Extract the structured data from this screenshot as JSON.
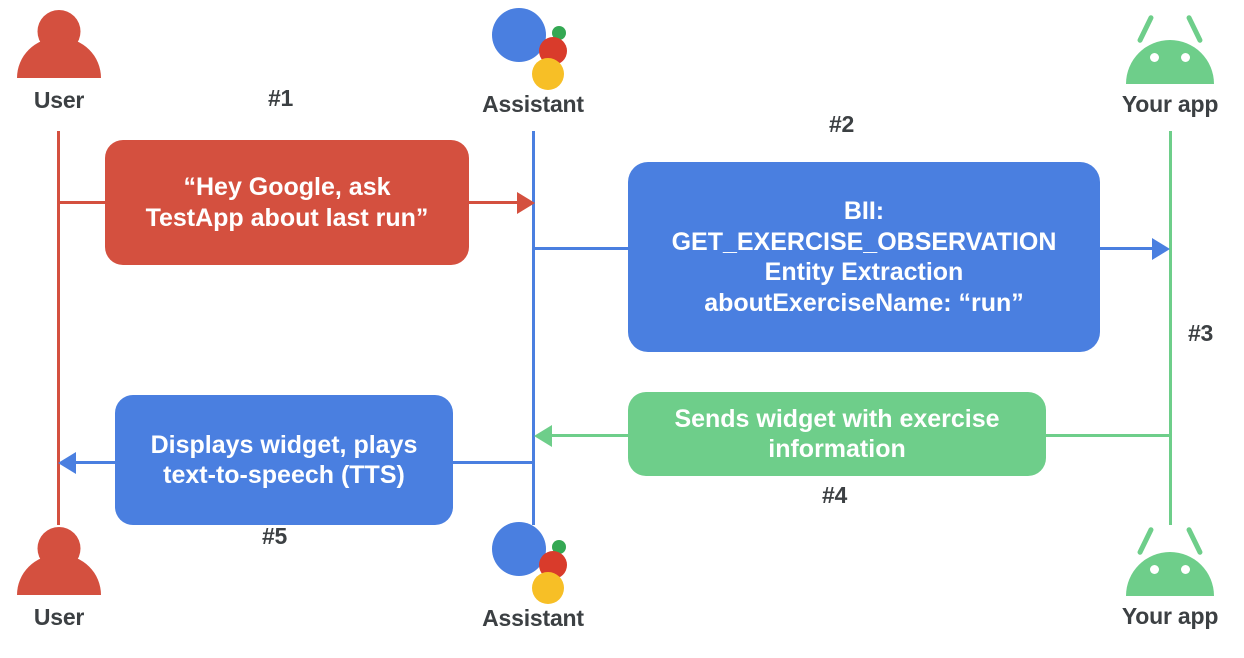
{
  "diagram": {
    "title": "Google Assistant App Actions sequence diagram",
    "colors": {
      "user_red": "#d4503f",
      "assistant_blue": "#4a7fe0",
      "app_green": "#6ece8a",
      "label_gray": "#3c4043",
      "background": "#ffffff"
    }
  },
  "actors": {
    "user_top": {
      "label": "User",
      "icon": "user-icon"
    },
    "assistant_top": {
      "label": "Assistant",
      "icon": "google-assistant-icon"
    },
    "app_top": {
      "label": "Your app",
      "icon": "android-robot-icon"
    },
    "user_bottom": {
      "label": "User",
      "icon": "user-icon"
    },
    "assistant_bottom": {
      "label": "Assistant",
      "icon": "google-assistant-icon"
    },
    "app_bottom": {
      "label": "Your app",
      "icon": "android-robot-icon"
    }
  },
  "steps": {
    "step1": {
      "number": "#1",
      "text": "“Hey Google, ask\nTestApp about last run”",
      "color": "#d4503f"
    },
    "step2": {
      "number": "#2",
      "text": "BII:\nGET_EXERCISE_OBSERVATION\nEntity Extraction\naboutExerciseName: “run”",
      "color": "#4a7fe0"
    },
    "step3": {
      "number": "#3",
      "text": "",
      "color": "#4a7fe0"
    },
    "step4": {
      "number": "#4",
      "text": "Sends widget with exercise\ninformation",
      "color": "#6ece8a"
    },
    "step5": {
      "number": "#5",
      "text": "Displays widget, plays\ntext-to-speech (TTS)",
      "color": "#4a7fe0"
    }
  }
}
